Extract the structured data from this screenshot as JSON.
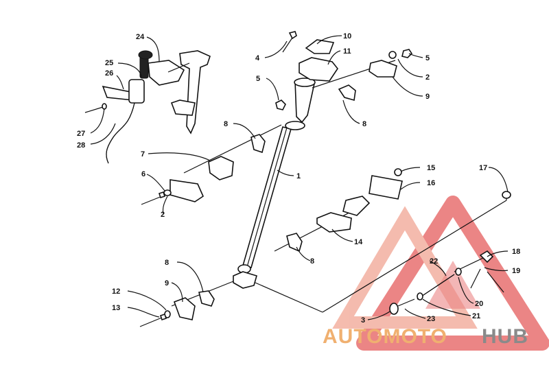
{
  "diagram": {
    "callouts": [
      {
        "id": "c24",
        "text": "24"
      },
      {
        "id": "c25",
        "text": "25"
      },
      {
        "id": "c26",
        "text": "26"
      },
      {
        "id": "c27",
        "text": "27"
      },
      {
        "id": "c28",
        "text": "28"
      },
      {
        "id": "c10",
        "text": "10"
      },
      {
        "id": "c4",
        "text": "4"
      },
      {
        "id": "c11",
        "text": "11"
      },
      {
        "id": "c5a",
        "text": "5"
      },
      {
        "id": "c5b",
        "text": "5"
      },
      {
        "id": "c2a",
        "text": "2"
      },
      {
        "id": "c9a",
        "text": "9"
      },
      {
        "id": "c8a",
        "text": "8"
      },
      {
        "id": "c8b",
        "text": "8"
      },
      {
        "id": "c7",
        "text": "7"
      },
      {
        "id": "c6",
        "text": "6"
      },
      {
        "id": "c2b",
        "text": "2"
      },
      {
        "id": "c1",
        "text": "1"
      },
      {
        "id": "c15",
        "text": "15"
      },
      {
        "id": "c16",
        "text": "16"
      },
      {
        "id": "c17",
        "text": "17"
      },
      {
        "id": "c14",
        "text": "14"
      },
      {
        "id": "c8c",
        "text": "8"
      },
      {
        "id": "c18",
        "text": "18"
      },
      {
        "id": "c19",
        "text": "19"
      },
      {
        "id": "c22",
        "text": "22"
      },
      {
        "id": "c20",
        "text": "20"
      },
      {
        "id": "c21",
        "text": "21"
      },
      {
        "id": "c23",
        "text": "23"
      },
      {
        "id": "c3",
        "text": "3"
      },
      {
        "id": "c8d",
        "text": "8"
      },
      {
        "id": "c9b",
        "text": "9"
      },
      {
        "id": "c12",
        "text": "12"
      },
      {
        "id": "c13",
        "text": "13"
      }
    ]
  },
  "watermark": {
    "word_part1": "AUTOMOTO",
    "word_part2": "HUB",
    "color_primary": "#e87070",
    "color_light": "#f3b0a0",
    "color_text_orange": "#f0b070",
    "color_text_grey": "#8a8a8a"
  }
}
